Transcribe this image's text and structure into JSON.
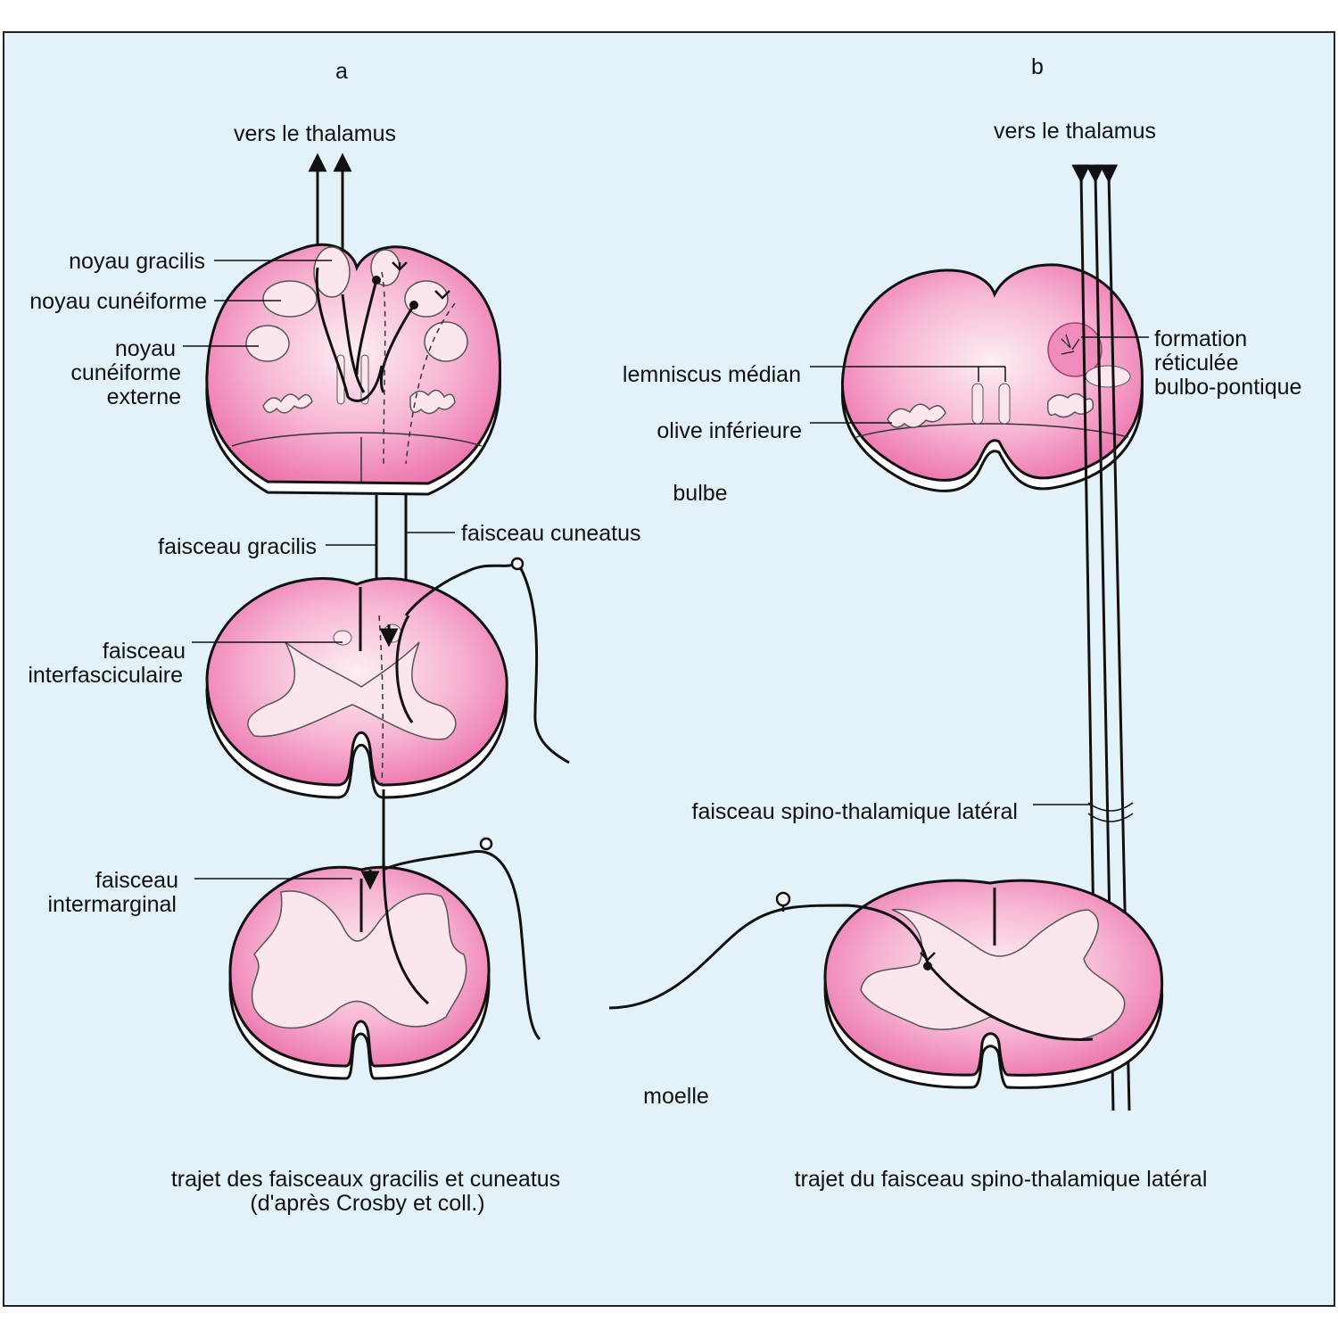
{
  "panels": {
    "a": {
      "letter": "a",
      "to_thalamus": "vers le thalamus",
      "labels": {
        "noyau_gracilis": "noyau gracilis",
        "noyau_cuneiforme": "noyau cunéiforme",
        "noyau_cuneiforme_externe": [
          "noyau",
          "cunéiforme",
          "externe"
        ],
        "faisceau_gracilis": "faisceau gracilis",
        "faisceau_cuneatus": "faisceau cuneatus",
        "faisceau_interfasciculaire": [
          "faisceau",
          "interfasciculaire"
        ],
        "faisceau_intermarginal": [
          "faisceau",
          "intermarginal"
        ]
      },
      "caption": [
        "trajet des faisceaux gracilis et cuneatus",
        "(d'après Crosby et coll.)"
      ]
    },
    "b": {
      "letter": "b",
      "to_thalamus": "vers le thalamus",
      "labels": {
        "lemniscus_median": "lemniscus médian",
        "olive_inferieure": "olive inférieure",
        "formation_reticulee": [
          "formation",
          "réticulée",
          "bulbo-pontique"
        ],
        "faisceau_spino_thalamique": "faisceau spino-thalamique latéral"
      },
      "caption": [
        "trajet du faisceau spino-thalamique latéral"
      ]
    }
  },
  "levels": {
    "bulbe": "bulbe",
    "moelle": "moelle"
  },
  "colors": {
    "background": "#e3f2f8",
    "tissue_outer": "#ef7fb4",
    "tissue_inner": "#fbe8f1",
    "grey_matter": "#fce6ee",
    "line": "#111111"
  }
}
